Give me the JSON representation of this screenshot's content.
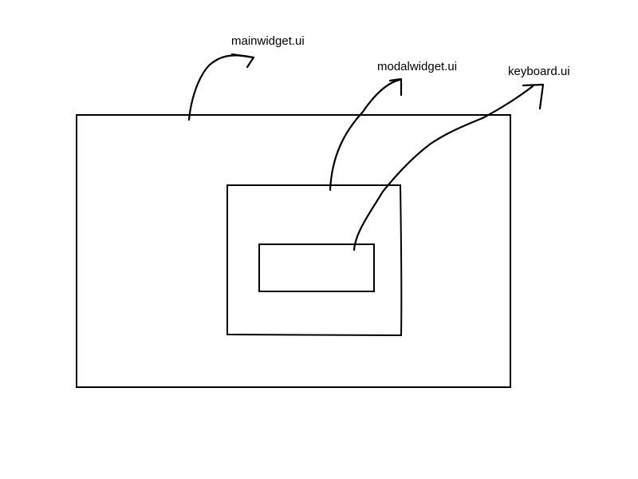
{
  "labels": {
    "main": "mainwidget.ui",
    "modal": "modalwidget.ui",
    "keyboard": "keyboard.ui"
  },
  "colors": {
    "stroke": "#000000",
    "background": "#ffffff"
  }
}
